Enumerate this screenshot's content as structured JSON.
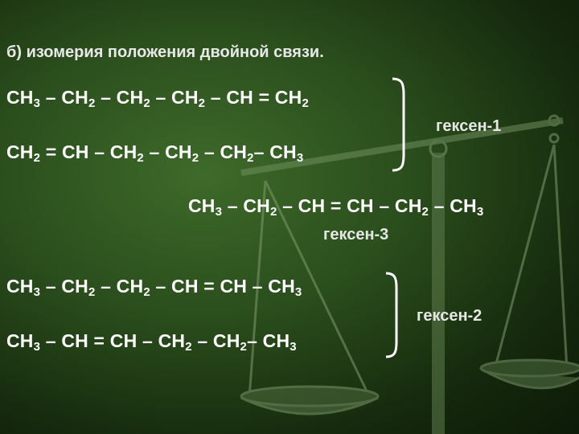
{
  "title": "б) изомерия положения двойной связи.",
  "formulas": {
    "f1": [
      {
        "t": "CH"
      },
      {
        "s": "3"
      },
      {
        "t": " – CH"
      },
      {
        "s": "2"
      },
      {
        "t": " – CH"
      },
      {
        "s": "2"
      },
      {
        "t": " – CH"
      },
      {
        "s": "2"
      },
      {
        "t": " – CH = CH"
      },
      {
        "s": "2"
      }
    ],
    "f2": [
      {
        "t": "CH"
      },
      {
        "s": "2"
      },
      {
        "t": " = CH – CH"
      },
      {
        "s": "2"
      },
      {
        "t": " – CH"
      },
      {
        "s": "2"
      },
      {
        "t": " – CH"
      },
      {
        "s": "2"
      },
      {
        "t": "– CH"
      },
      {
        "s": "3"
      }
    ],
    "f3": [
      {
        "t": "CH"
      },
      {
        "s": "3"
      },
      {
        "t": " – CH"
      },
      {
        "s": "2"
      },
      {
        "t": " – CH = CH –  CH"
      },
      {
        "s": "2"
      },
      {
        "t": " – CH"
      },
      {
        "s": "3"
      }
    ],
    "f4": [
      {
        "t": "CH"
      },
      {
        "s": "3"
      },
      {
        "t": " – CH"
      },
      {
        "s": "2"
      },
      {
        "t": " – CH"
      },
      {
        "s": "2"
      },
      {
        "t": " – CH = CH – CH"
      },
      {
        "s": "3"
      }
    ],
    "f5": [
      {
        "t": "CH"
      },
      {
        "s": "3"
      },
      {
        "t": " –  CH = CH – CH"
      },
      {
        "s": "2"
      },
      {
        "t": " – CH"
      },
      {
        "s": "2"
      },
      {
        "t": "– CH"
      },
      {
        "s": "3"
      }
    ]
  },
  "names": {
    "hexene1": "гексен-1",
    "hexene3": "гексен-3",
    "hexene2": "гексен-2"
  },
  "colors": {
    "background": "#2a4d1c",
    "text": "#ffffff",
    "scales": "#6f8f5e"
  }
}
